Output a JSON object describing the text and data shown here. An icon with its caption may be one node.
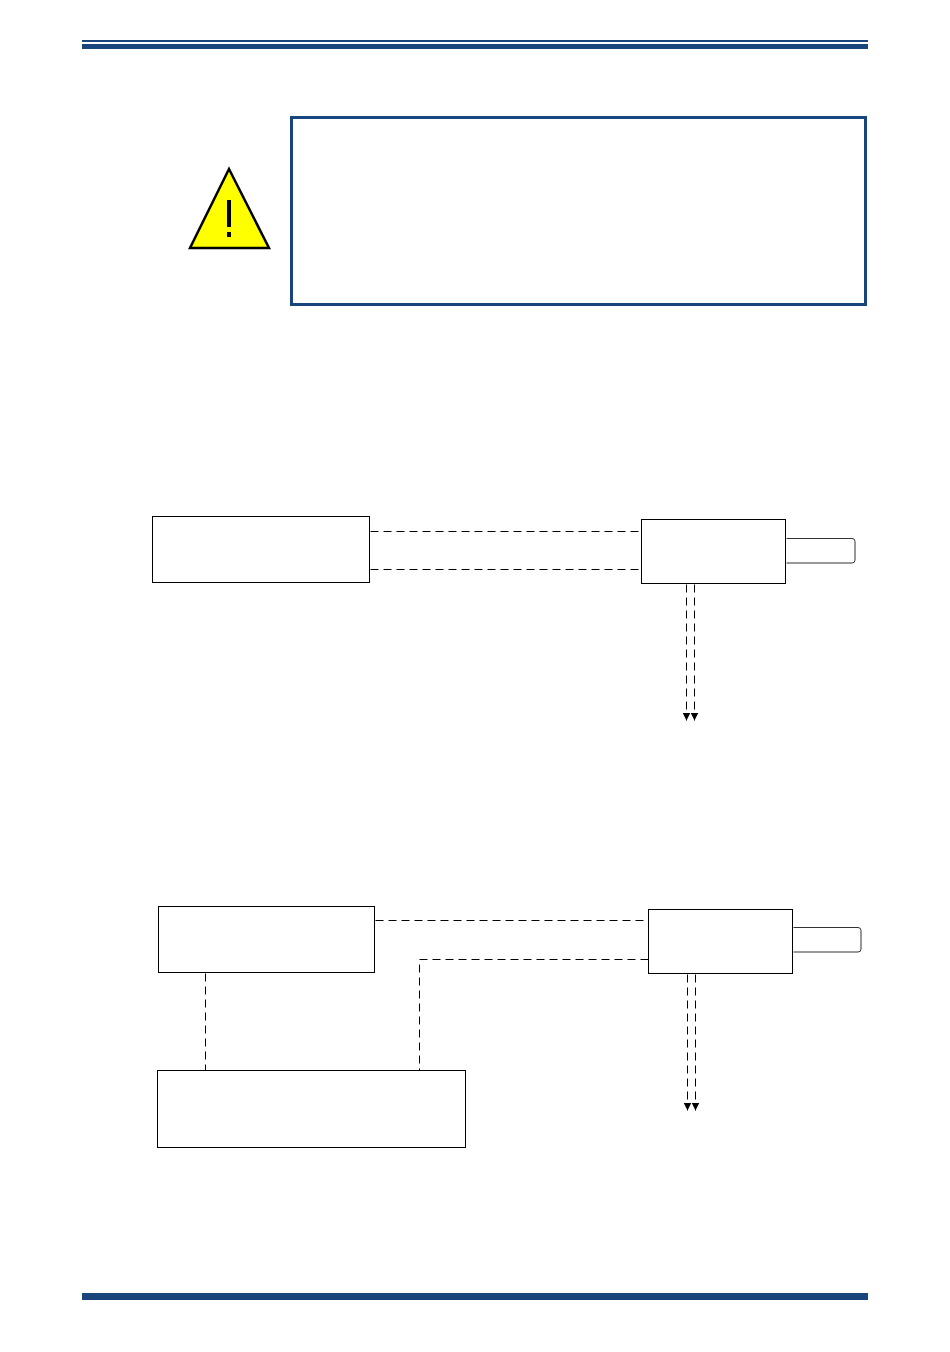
{
  "diagram": {
    "nodes": [
      {
        "text": [],
        "shape": "box"
      },
      {
        "text": [],
        "shape": "box"
      },
      {
        "text": [],
        "shape": "box"
      },
      {
        "text": [],
        "shape": "box"
      },
      {
        "text": [],
        "shape": "box"
      },
      {
        "text": [],
        "shape": "box"
      }
    ],
    "edges": [
      {
        "from": 1,
        "to": 2,
        "arrow": "none",
        "style": "dashed"
      },
      {
        "from": 1,
        "to": 2,
        "arrow": "none",
        "style": "dashed"
      },
      {
        "from": 2,
        "to": null,
        "arrow": "to",
        "style": "dashed"
      },
      {
        "from": 2,
        "to": null,
        "arrow": "to",
        "style": "dashed"
      },
      {
        "from": 3,
        "to": 4,
        "arrow": "none",
        "style": "dashed"
      },
      {
        "from": 4,
        "to": 5,
        "arrow": "none",
        "style": "dashed"
      },
      {
        "from": 3,
        "to": 5,
        "arrow": "none",
        "style": "dashed"
      },
      {
        "from": 4,
        "to": null,
        "arrow": "to",
        "style": "dashed"
      },
      {
        "from": 4,
        "to": null,
        "arrow": "to",
        "style": "dashed"
      }
    ]
  }
}
